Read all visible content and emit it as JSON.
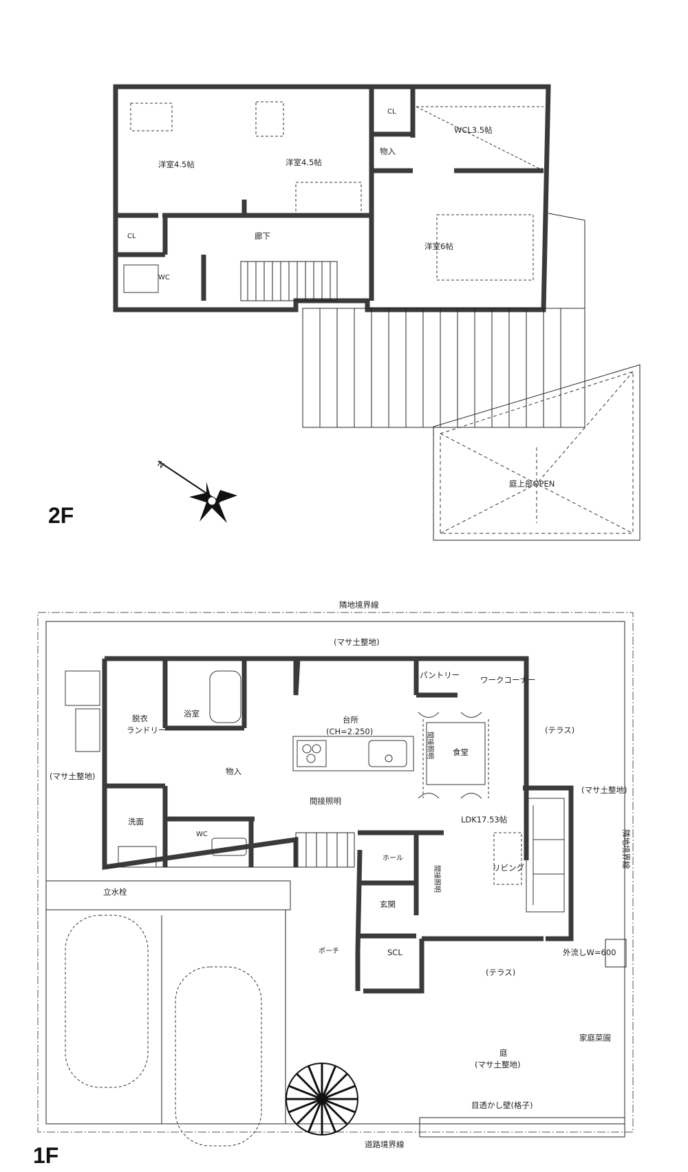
{
  "floors": {
    "second": {
      "label": "2F",
      "rooms": {
        "bedroom_west": "洋室4.5帖",
        "bedroom_center": "洋室4.5帖",
        "wcl": "WCL3.5帖",
        "storage": "物入",
        "closet_top": "CL",
        "closet_left": "CL",
        "corridor": "廊下",
        "bedroom_east": "洋室6帖",
        "wc": "WC",
        "open_above": "庭上部OPEN"
      },
      "compass_letter": "N"
    },
    "first": {
      "label": "1F",
      "labels": {
        "neighbor_boundary_top": "隣地境界線",
        "neighbor_boundary_right": "隣地境界線",
        "road_boundary": "道路境界線",
        "soil_top": "(マサ土整地)",
        "soil_left": "(マサ土整地)",
        "soil_right": "(マサ土整地)",
        "dressing": "脱衣",
        "laundry": "ランドリー",
        "bath": "浴室",
        "storage": "物入",
        "kitchen": "台所",
        "ceiling_height": "(CH=2.250)",
        "pantry": "パントリー",
        "work_corner": "ワークコーナー",
        "dining": "食堂",
        "indirect_light_1": "間接照明",
        "indirect_light_2": "間接照明",
        "indirect_light_3": "間接照明",
        "terrace_east": "(テラス)",
        "terrace_south": "(テラス)",
        "ldk": "LDK17.53帖",
        "living": "リビング",
        "washroom": "洗面",
        "wc": "WC",
        "hall": "ホール",
        "entrance": "玄関",
        "porch": "ポーチ",
        "scl": "SCL",
        "faucet_post": "立水栓",
        "outdoor_sink": "外流しW=600",
        "garden": "庭",
        "garden_soil": "(マサ土整地)",
        "vegetable_garden": "家庭菜園",
        "lattice_wall": "目透かし壁(格子)"
      }
    }
  },
  "colors": {
    "wall": "#3a3a3a",
    "line": "#222222",
    "background": "#ffffff"
  }
}
